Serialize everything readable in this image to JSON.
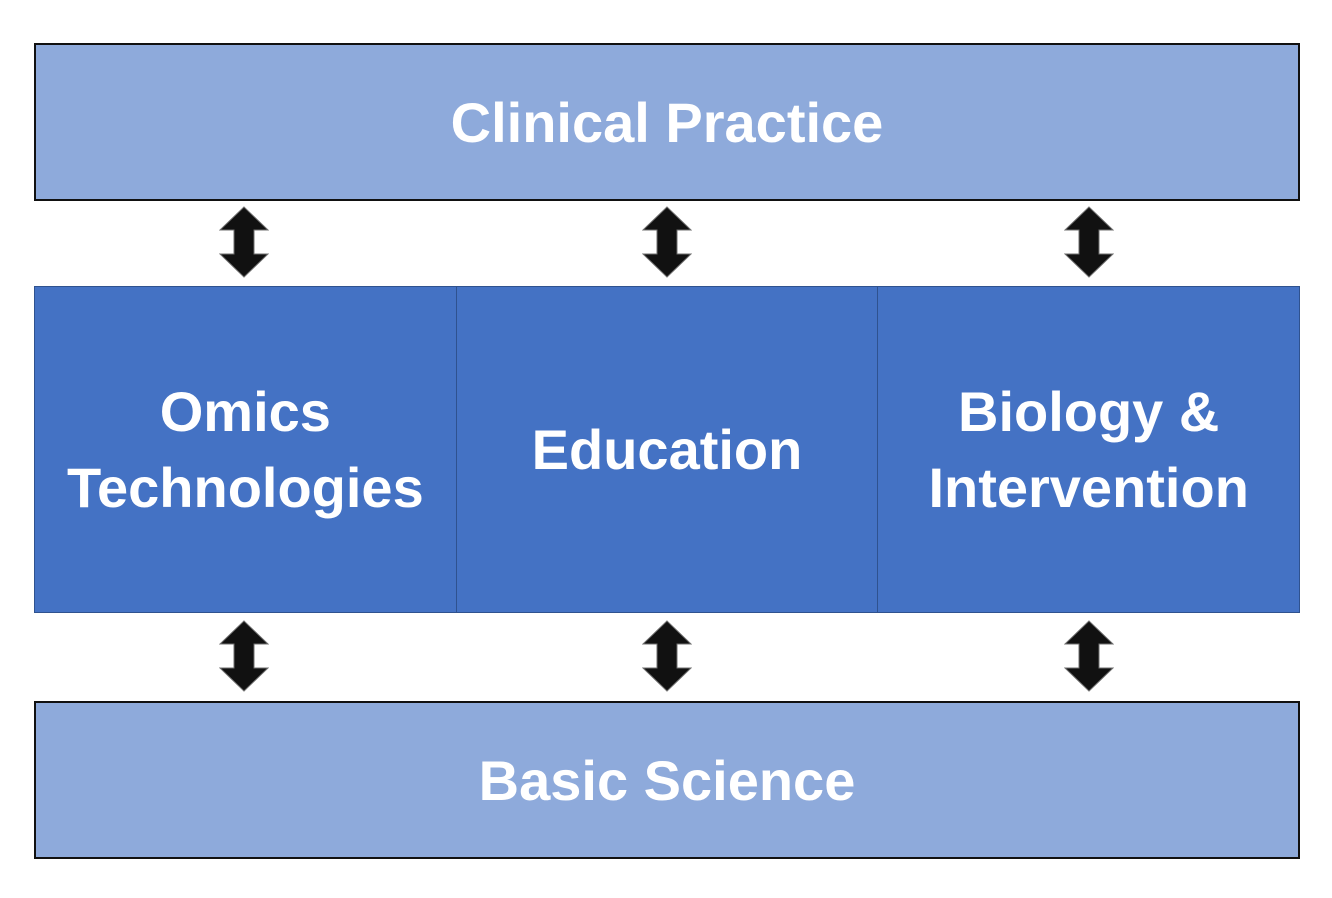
{
  "colors": {
    "outer_band": "#8eaadb",
    "inner_box": "#4472c4",
    "text": "#ffffff",
    "arrow": "#111111"
  },
  "top_band": {
    "label": "Clinical Practice"
  },
  "bottom_band": {
    "label": "Basic Science"
  },
  "middle": {
    "boxes": [
      {
        "lines": [
          "Omics",
          "Technologies"
        ]
      },
      {
        "lines": [
          "Education"
        ]
      },
      {
        "lines": [
          "Biology &",
          "Intervention"
        ]
      }
    ]
  },
  "arrows": {
    "type": "double-headed-vertical-arrow",
    "count_per_row": 3
  }
}
